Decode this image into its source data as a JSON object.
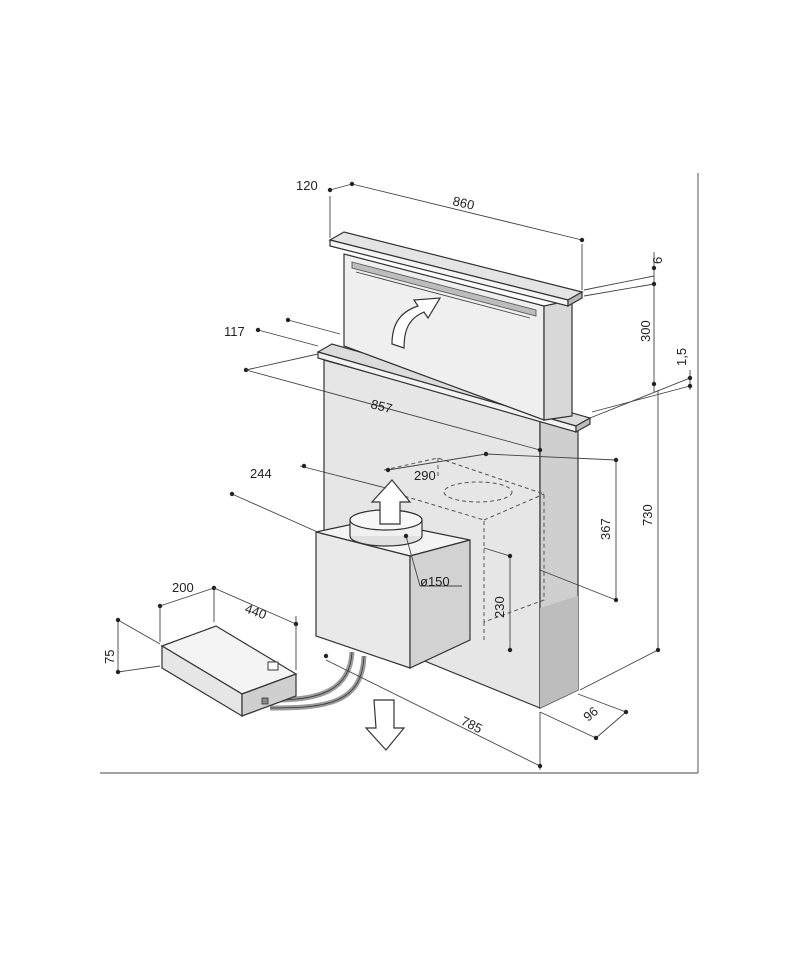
{
  "dimensions": {
    "d120": "120",
    "d860": "860",
    "d6": "6",
    "d300": "300",
    "d1_5": "1,5",
    "d117": "117",
    "d857": "857",
    "d290": "290",
    "d244": "244",
    "d367": "367",
    "d730": "730",
    "d230": "230",
    "d150": "ø150",
    "d200": "200",
    "d440": "440",
    "d75": "75",
    "d785": "785",
    "d96": "96"
  },
  "colors": {
    "panel_fill": "#ebebeb",
    "panel_dark": "#d4d4d4",
    "line": "#333333"
  }
}
